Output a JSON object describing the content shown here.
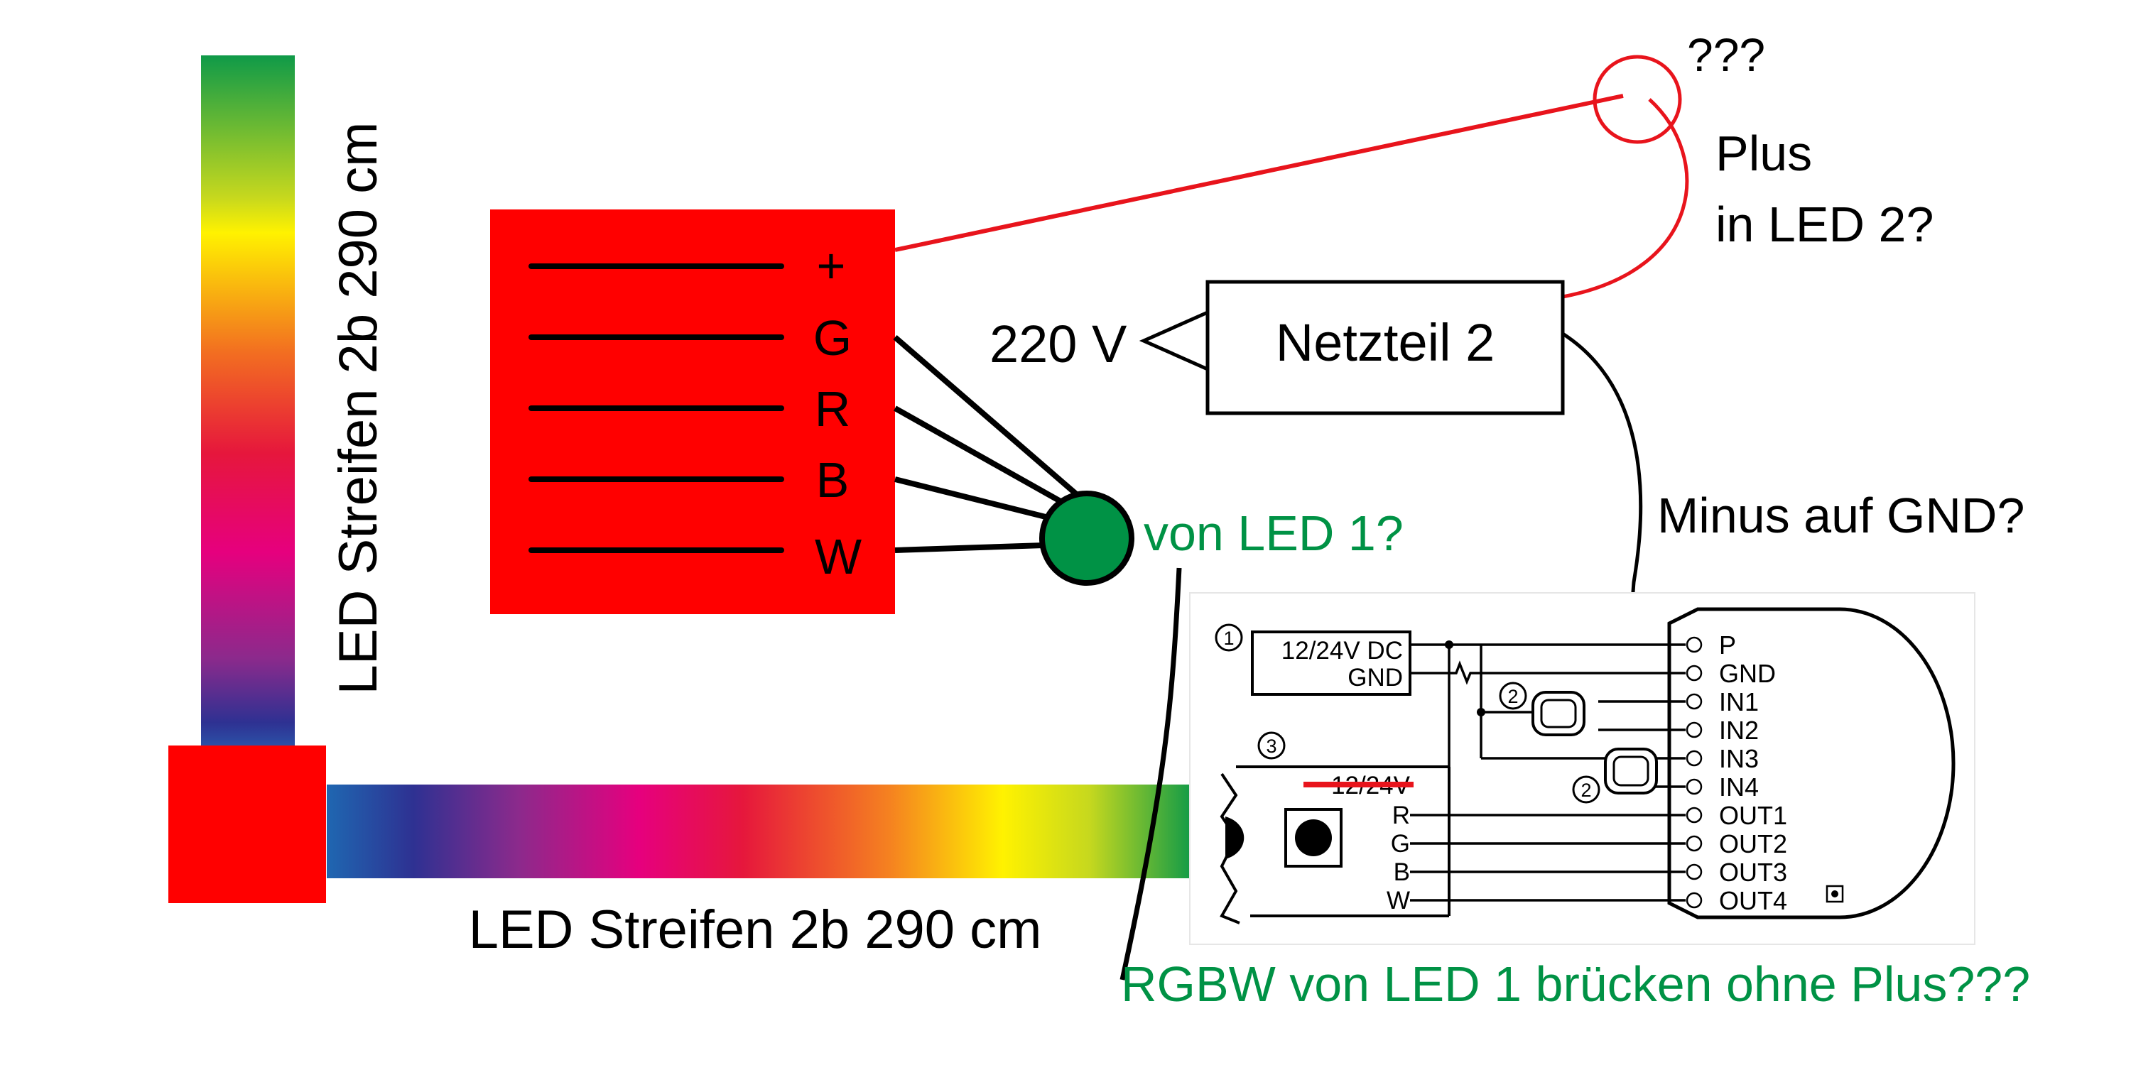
{
  "colors": {
    "red": "#ff0000",
    "green": "#009245",
    "black": "#000000",
    "wire_red": "#e8141c"
  },
  "strip_vertical": {
    "label": "LED Streifen 2b 290 cm"
  },
  "strip_horizontal": {
    "label": "LED Streifen 2b 290 cm"
  },
  "led_block": {
    "pins": [
      "+",
      "G",
      "R",
      "B",
      "W"
    ]
  },
  "annotations": {
    "question_marks": "???",
    "plus_line1": "Plus",
    "plus_line2": "in LED 2?",
    "voltage": "220 V",
    "minus_gnd": "Minus auf GND?",
    "von_led1": "von LED 1?",
    "bridge_note": "RGBW von LED 1 brücken ohne Plus???"
  },
  "power_supply": {
    "label": "Netzteil 2"
  },
  "controller": {
    "num1": "1",
    "num2": "2",
    "num3": "3",
    "supply_line1": "12/24V DC",
    "supply_line2": "GND",
    "strip_voltage": "12/24V",
    "strip_channels": [
      "R",
      "G",
      "B",
      "W"
    ],
    "terminals": [
      "P",
      "GND",
      "IN1",
      "IN2",
      "IN3",
      "IN4",
      "OUT1",
      "OUT2",
      "OUT3",
      "OUT4"
    ]
  }
}
